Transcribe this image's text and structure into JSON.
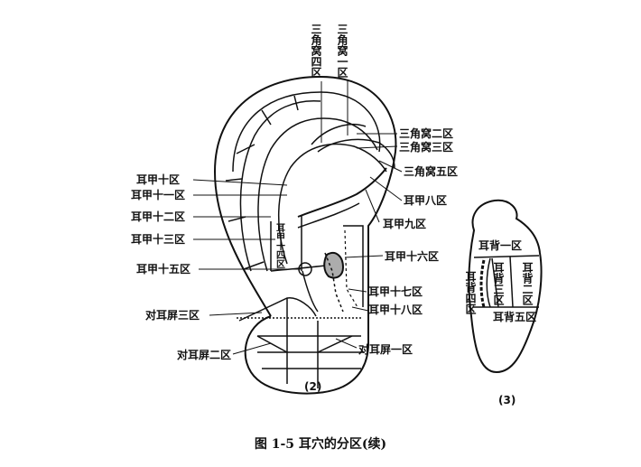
{
  "figure": {
    "caption": "图 1-5    耳穴的分区(续)",
    "panel_left_number": "(2)",
    "panel_right_number": "(3)"
  },
  "front_labels": {
    "triangle_4": "三角窝四区",
    "triangle_1": "三角窝一区",
    "triangle_2": "三角窝二区",
    "triangle_3": "三角窝三区",
    "triangle_5": "三角窝五区",
    "concha_8": "耳甲八区",
    "concha_9": "耳甲九区",
    "concha_10": "耳甲十区",
    "concha_11": "耳甲十一区",
    "concha_12": "耳甲十二区",
    "concha_13": "耳甲十三区",
    "concha_14": "耳甲十四区",
    "concha_15": "耳甲十五区",
    "concha_16": "耳甲十六区",
    "concha_17": "耳甲十七区",
    "concha_18": "耳甲十八区",
    "concha_4th": "耳甲十四区",
    "antitragus_1": "对耳屏一区",
    "antitragus_2": "对耳屏二区",
    "antitragus_3": "对耳屏三区"
  },
  "back_labels": {
    "back_1": "耳背一区",
    "back_2": "耳背二区",
    "back_3": "耳背三区",
    "back_4": "耳背四区",
    "back_5": "耳背五区"
  }
}
